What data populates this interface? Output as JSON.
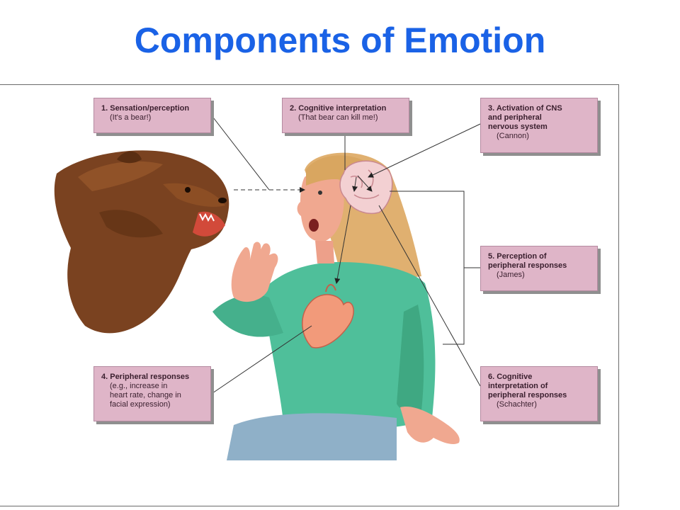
{
  "title": "Components of Emotion",
  "boxes": [
    {
      "heading": "1. Sensation/perception",
      "sub": "(It's a bear!)"
    },
    {
      "heading": "2. Cognitive interpretation",
      "sub": "(That bear can kill me!)"
    },
    {
      "heading": "3. Activation of CNS\n    and peripheral\n    nervous system",
      "sub": "(Cannon)"
    },
    {
      "heading": "4. Peripheral responses",
      "sub": "(e.g., increase in\nheart rate, change in\nfacial expression)"
    },
    {
      "heading": "5. Perception of\n    peripheral responses",
      "sub": "(James)"
    },
    {
      "heading": "6. Cognitive\n    interpretation of\n    peripheral responses",
      "sub": "(Schachter)"
    }
  ],
  "colors": {
    "title": "#1a62e6",
    "box": "#dfb5c8",
    "bear": "#7a4220",
    "sweater": "#4fbf9a",
    "hair": "#e0b070",
    "skin": "#f0a890"
  },
  "icons": [
    "bear-illustration",
    "woman-illustration",
    "brain-icon",
    "heart-icon"
  ]
}
